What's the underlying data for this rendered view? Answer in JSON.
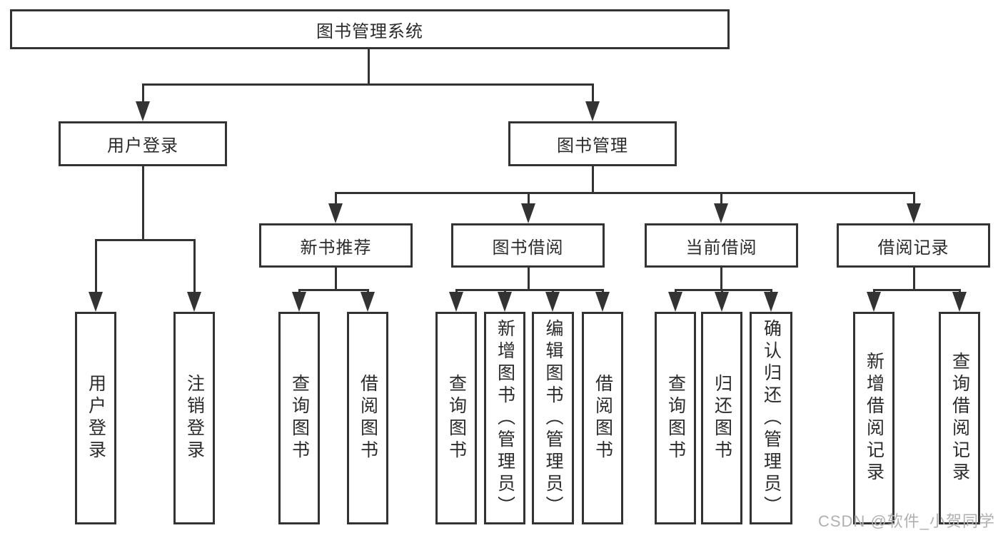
{
  "diagram_type": "hierarchy-tree",
  "tree": {
    "root": "图书管理系统",
    "branches": [
      {
        "label": "用户登录",
        "children": [
          {
            "label": "用户登录"
          },
          {
            "label": "注销登录"
          }
        ]
      },
      {
        "label": "图书管理",
        "children": [
          {
            "label": "新书推荐",
            "children": [
              {
                "label": "查询图书"
              },
              {
                "label": "借阅图书"
              }
            ]
          },
          {
            "label": "图书借阅",
            "children": [
              {
                "label": "查询图书"
              },
              {
                "label": "新增图书（管理员）"
              },
              {
                "label": "编辑图书（管理员）"
              },
              {
                "label": "借阅图书"
              }
            ]
          },
          {
            "label": "当前借阅",
            "children": [
              {
                "label": "查询图书"
              },
              {
                "label": "归还图书"
              },
              {
                "label": "确认归还（管理员）"
              }
            ]
          },
          {
            "label": "借阅记录",
            "children": [
              {
                "label": "新增借阅记录"
              },
              {
                "label": "查询借阅记录"
              }
            ]
          }
        ]
      }
    ]
  },
  "watermark": {
    "text": "CSDN @软件_小贺同学",
    "color": "#b0b0b0"
  },
  "colors": {
    "line": "#333333",
    "box_border": "#333333",
    "text": "#2b2b2b",
    "background": "#ffffff"
  }
}
